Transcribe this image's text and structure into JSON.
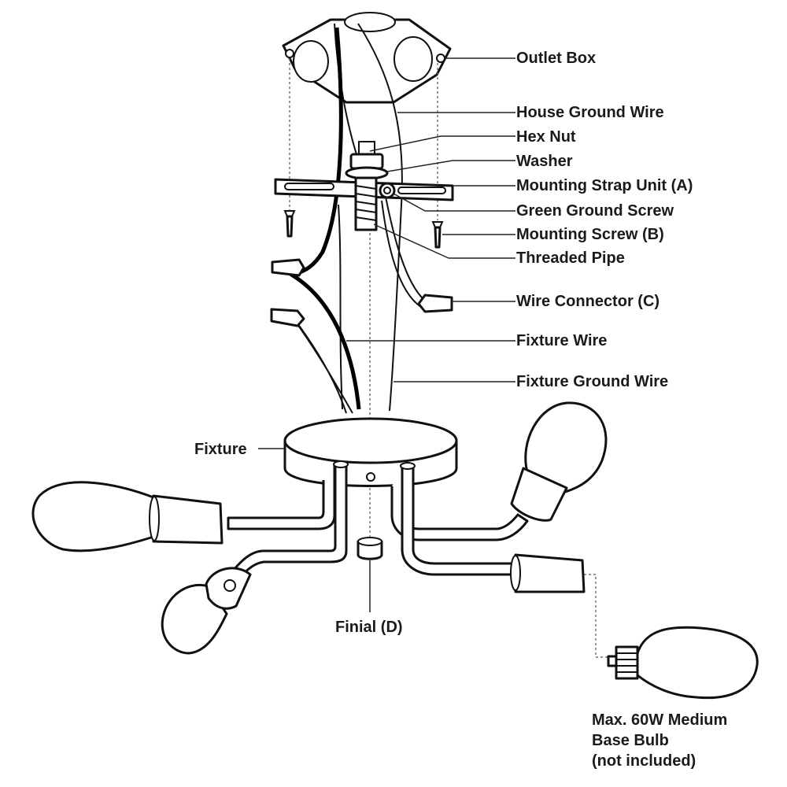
{
  "labels": {
    "outlet_box": "Outlet Box",
    "house_ground_wire": "House Ground Wire",
    "hex_nut": "Hex Nut",
    "washer": "Washer",
    "mounting_strap": "Mounting Strap Unit (A)",
    "green_ground_screw": "Green Ground Screw",
    "mounting_screw": "Mounting Screw (B)",
    "threaded_pipe": "Threaded Pipe",
    "wire_connector": "Wire Connector (C)",
    "fixture_wire": "Fixture Wire",
    "fixture_ground_wire": "Fixture Ground Wire",
    "fixture": "Fixture",
    "finial": "Finial (D)",
    "bulb_line1": "Max. 60W Medium",
    "bulb_line2": "Base Bulb",
    "bulb_line3": "(not included)"
  },
  "colors": {
    "stroke": "#111111",
    "background": "#ffffff"
  }
}
